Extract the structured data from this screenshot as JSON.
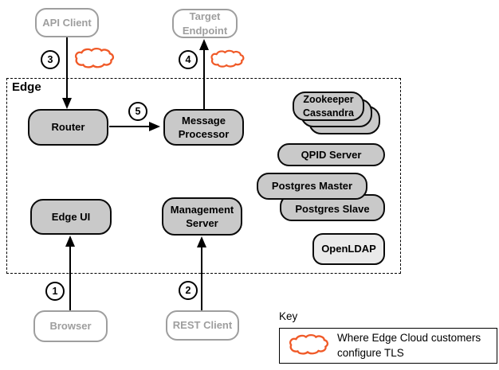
{
  "edge_zone": {
    "label": "Edge"
  },
  "nodes": {
    "api_client": {
      "label": "API Client"
    },
    "target_endpoint": {
      "label": "Target Endpoint"
    },
    "router": {
      "label": "Router"
    },
    "message_processor": {
      "label": "Message Processor"
    },
    "edge_ui": {
      "label": "Edge UI"
    },
    "management_server": {
      "label": "Management Server"
    },
    "zookeeper": {
      "label": "Zookeeper"
    },
    "cassandra": {
      "label": "Cassandra"
    },
    "qpid_server": {
      "label": "QPID Server"
    },
    "postgres_master": {
      "label": "Postgres Master"
    },
    "postgres_slave": {
      "label": "Postgres Slave"
    },
    "openldap": {
      "label": "OpenLDAP"
    },
    "browser": {
      "label": "Browser"
    },
    "rest_client": {
      "label": "REST Client"
    }
  },
  "steps": {
    "s1": "1",
    "s2": "2",
    "s3": "3",
    "s4": "4",
    "s5": "5"
  },
  "key": {
    "title": "Key",
    "cloud_meaning": "Where Edge Cloud customers configure TLS"
  },
  "icons": {
    "cloud": "tls-cloud-icon"
  },
  "colors": {
    "internal_node_fill": "#c9c9c9",
    "openldap_fill": "#eaeaea",
    "external_node_gray": "#9e9e9e",
    "cloud_orange": "#f05a28",
    "line_black": "#000000"
  }
}
